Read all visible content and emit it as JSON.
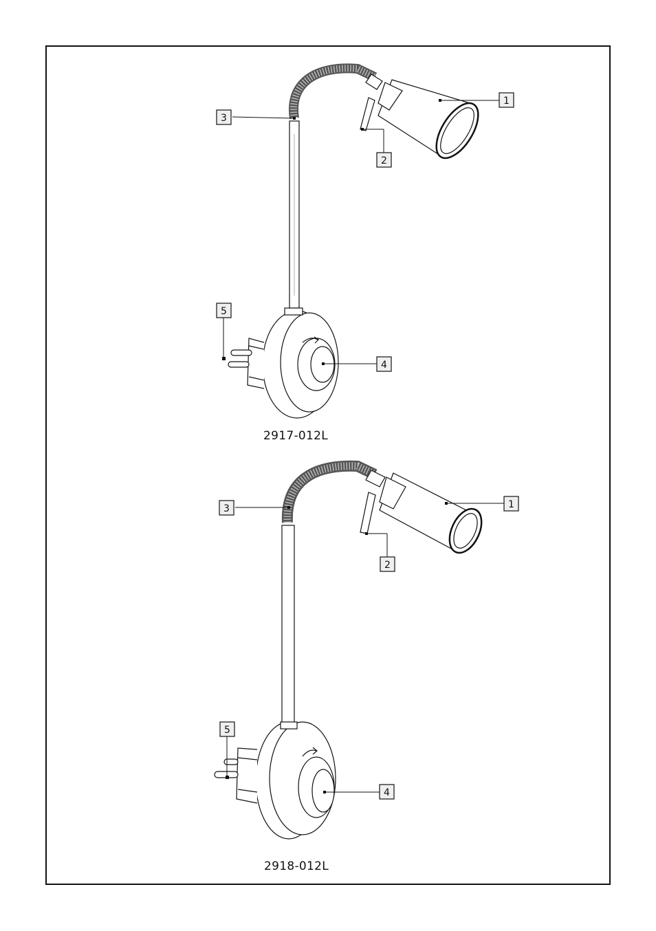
{
  "models": [
    {
      "model_number": "2917-012L",
      "callouts": [
        {
          "number": "1",
          "part": "lamp-head"
        },
        {
          "number": "2",
          "part": "adjustment-lever"
        },
        {
          "number": "3",
          "part": "flexible-gooseneck"
        },
        {
          "number": "4",
          "part": "switch-knob"
        },
        {
          "number": "5",
          "part": "plug-pins"
        }
      ]
    },
    {
      "model_number": "2918-012L",
      "callouts": [
        {
          "number": "1",
          "part": "lamp-head"
        },
        {
          "number": "2",
          "part": "adjustment-lever"
        },
        {
          "number": "3",
          "part": "flexible-gooseneck"
        },
        {
          "number": "4",
          "part": "switch-knob"
        },
        {
          "number": "5",
          "part": "plug-pins"
        }
      ]
    }
  ],
  "colors": {
    "line": "#111111",
    "label_fill": "#efefef",
    "gooseneck": "#6a6a6a"
  }
}
